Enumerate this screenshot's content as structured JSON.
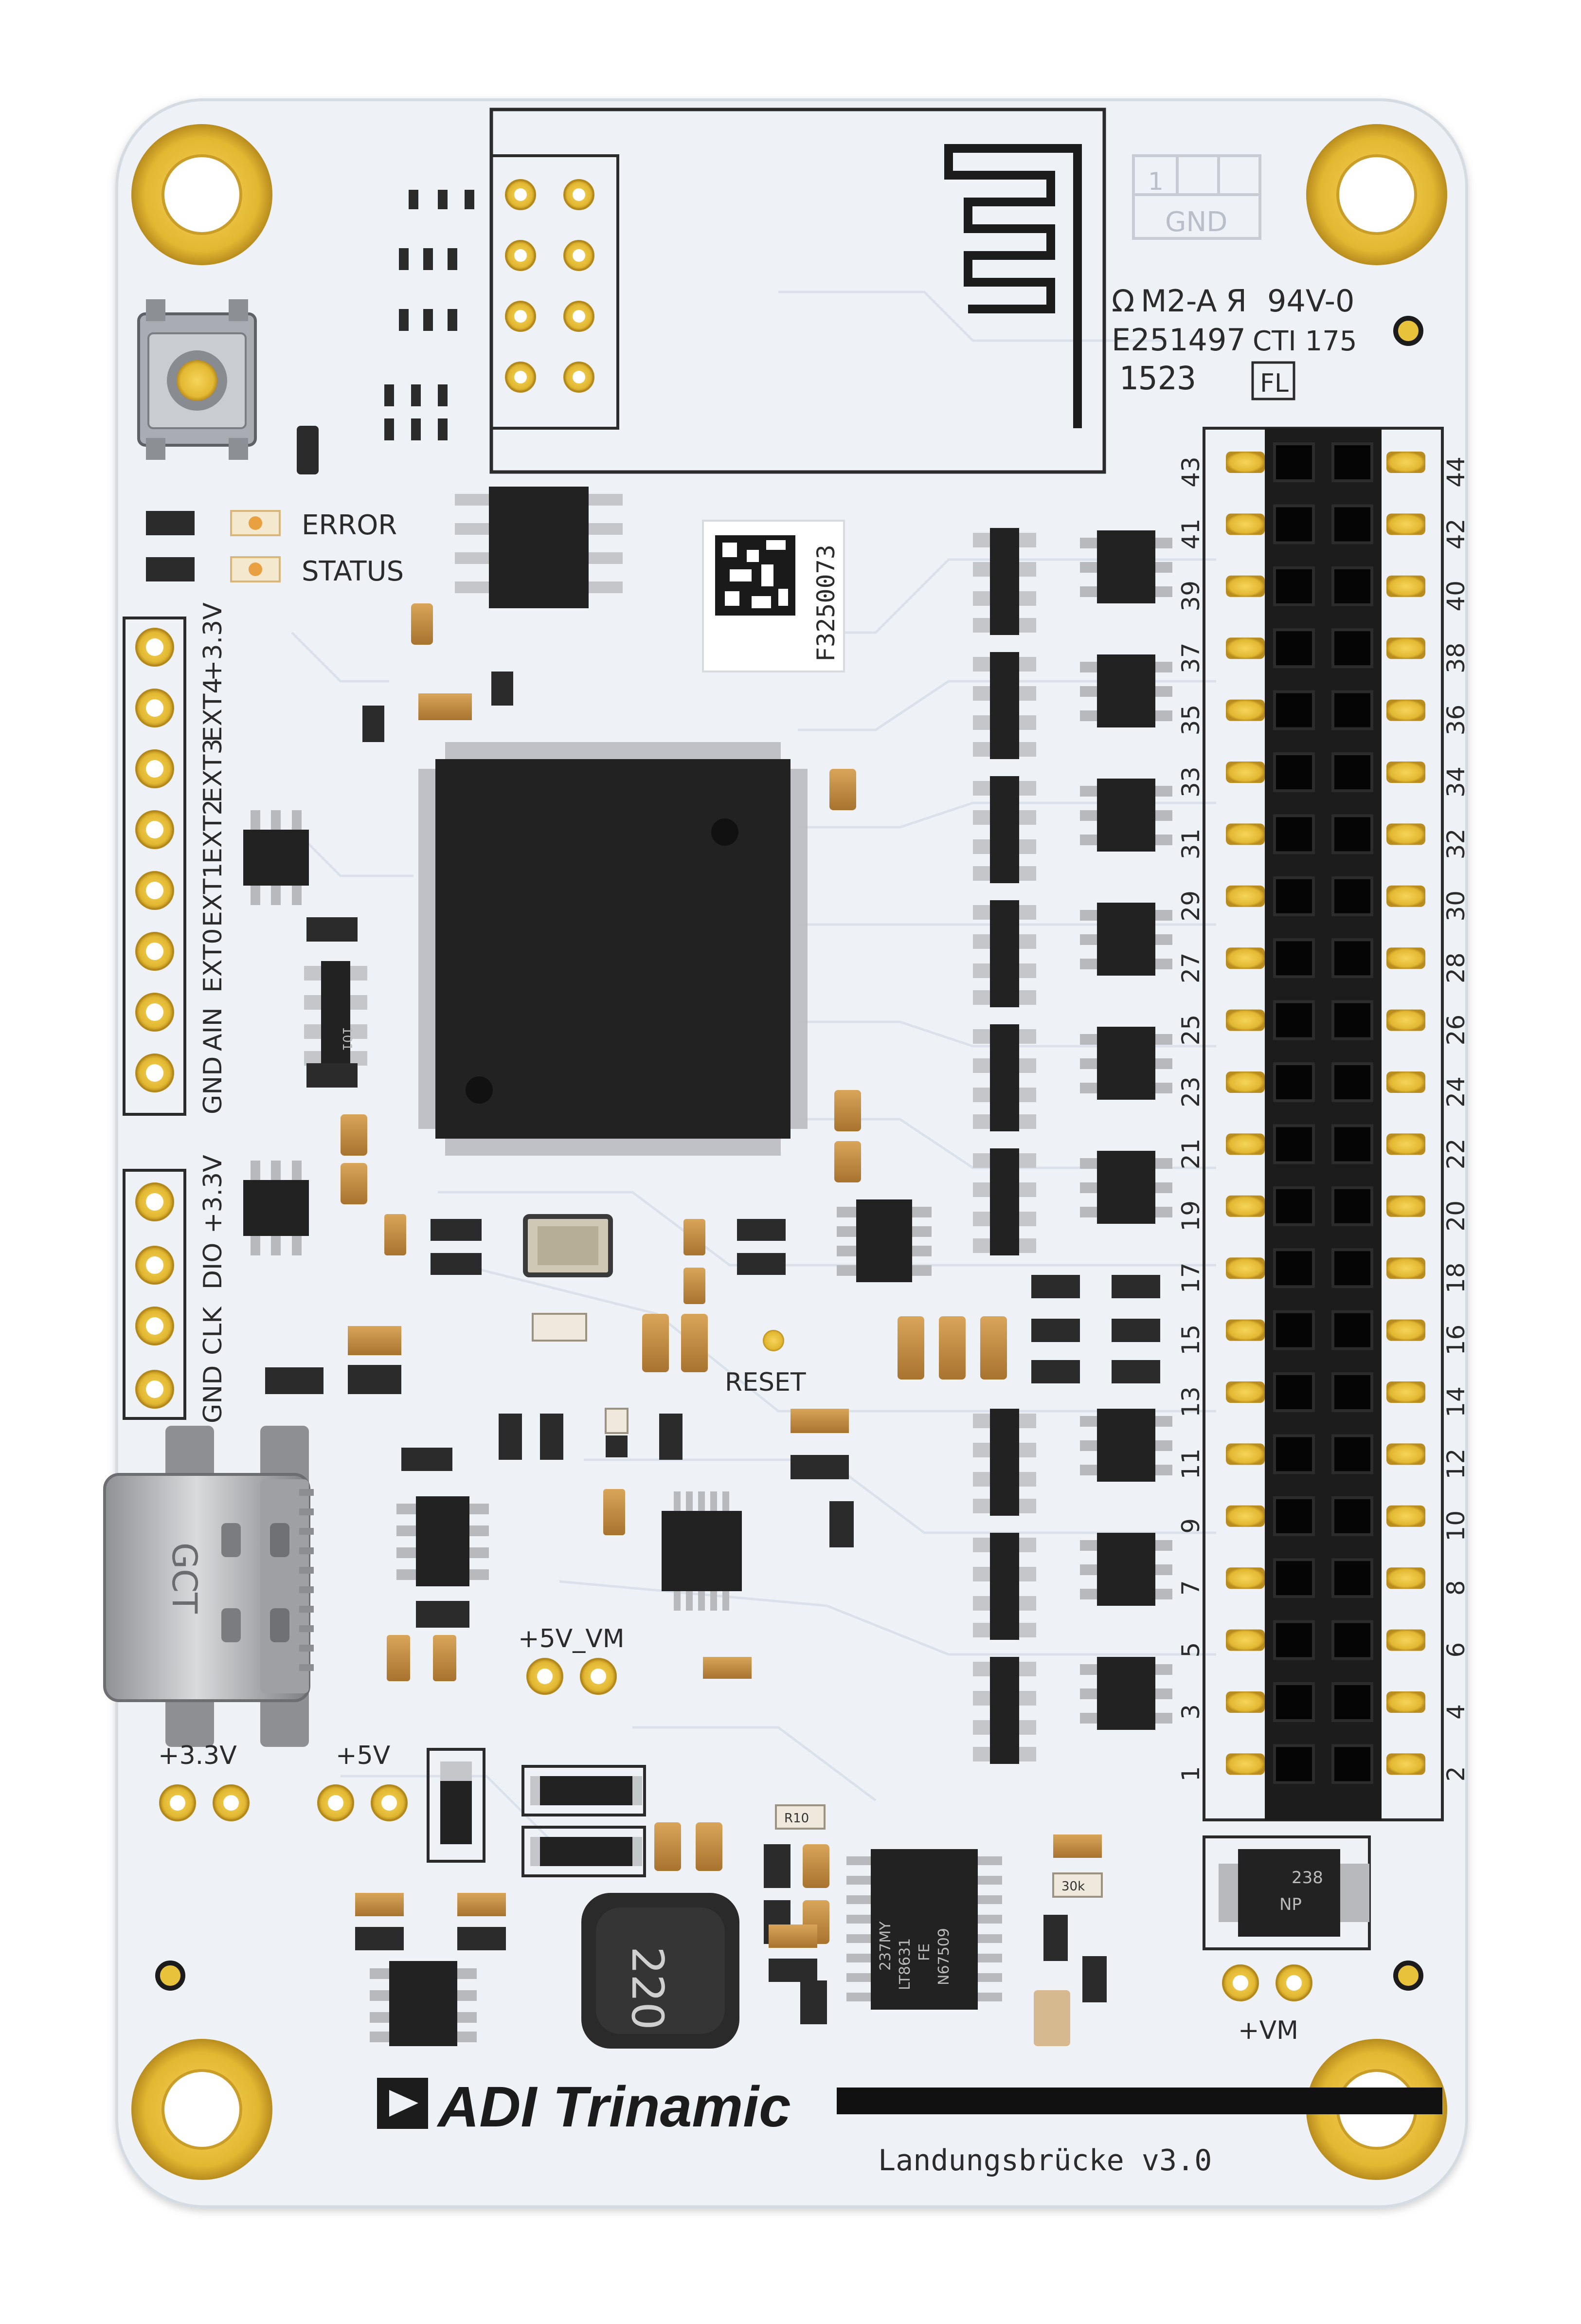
{
  "board": {
    "brand": "ADI Trinamic",
    "product": "Landungsbrücke v3.0",
    "colors": {
      "pcb": "#eef2f7",
      "gold": "#e9c23b",
      "gold_dark": "#b4891c",
      "chip": "#222222",
      "header": "#1c1c1c",
      "silk": "#2b2b2b",
      "background": "#ffffff"
    }
  },
  "labels": {
    "error": "ERROR",
    "status": "STATUS",
    "reset": "RESET",
    "plus5v_vm": "+5V_VM",
    "plus3v3": "+3.3V",
    "plus5v": "+5V",
    "plusvm": "+VM",
    "ul_mark": "M2-A",
    "ul_rating": "94V-0",
    "ul_file": "E251497",
    "ul_cti": "CTI 175",
    "date_code": "1523",
    "fl": "FL",
    "gnd_box": "GND",
    "box_1": "1",
    "serial": "F3250073",
    "usb_logo": "GCT",
    "inductor": "220",
    "ic_line1": "237MY",
    "ic_line2": "LT8631",
    "ic_line3": "FE",
    "ic_line4": "N67509",
    "diode_code": "238",
    "diode_np": "NP",
    "resistor_code": "101",
    "res_small_1": "R10",
    "res_small_2": "30k"
  },
  "left_header_top": [
    "GND",
    "AIN",
    "EXT0",
    "EXT1",
    "EXT2",
    "EXT3",
    "EXT4",
    "+3.3V"
  ],
  "left_header_bottom": [
    "GND",
    "CLK",
    "DIO",
    "+3.3V"
  ],
  "pin_numbers_left": [
    "43",
    "41",
    "39",
    "37",
    "35",
    "33",
    "31",
    "29",
    "27",
    "25",
    "23",
    "21",
    "19",
    "17",
    "15",
    "13",
    "11",
    "9",
    "7",
    "5",
    "3",
    "1"
  ],
  "pin_numbers_right": [
    "44",
    "42",
    "40",
    "38",
    "36",
    "34",
    "32",
    "30",
    "28",
    "26",
    "24",
    "22",
    "20",
    "18",
    "16",
    "14",
    "12",
    "10",
    "8",
    "6",
    "4",
    "2"
  ]
}
